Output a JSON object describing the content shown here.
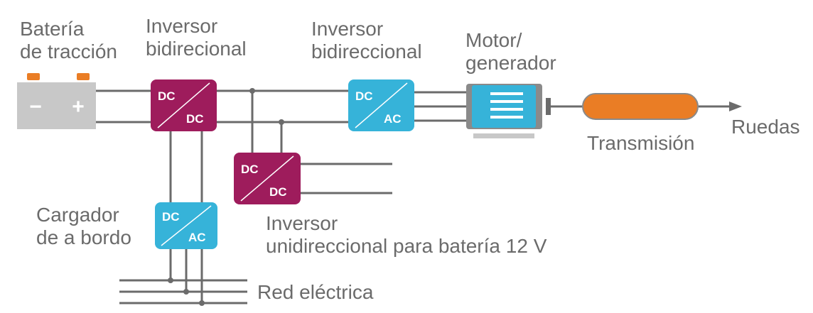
{
  "labels": {
    "battery_line1": "Batería",
    "battery_line2": "de tracción",
    "inv1_line1": "Inversor",
    "inv1_line2": "bidirecional",
    "inv2_line1": "Inversor",
    "inv2_line2": "bidireccional",
    "motor_line1": "Motor/",
    "motor_line2": "generador",
    "transmission": "Transmisión",
    "wheels": "Ruedas",
    "charger_line1": "Cargador",
    "charger_line2": "de a bordo",
    "inv3_line1": "Inversor",
    "inv3_line2": "unidireccional para batería 12 V",
    "grid": "Red eléctrica"
  },
  "battery": {
    "minus": "−",
    "plus": "+"
  },
  "converters": {
    "dc_dc_main": {
      "top": "DC",
      "bottom": "DC"
    },
    "dc_ac_motor": {
      "top": "DC",
      "bottom": "AC"
    },
    "dc_dc_12v": {
      "top": "DC",
      "bottom": "DC"
    },
    "dc_ac_charger": {
      "top": "DC",
      "bottom": "AC"
    }
  },
  "colors": {
    "line": "#6b6b6b",
    "magenta": "#9e1c5c",
    "cyan": "#36b3d9",
    "orange": "#ea7d25",
    "battery": "#c8c8c8",
    "battery_terminal": "#ea7d25",
    "label": "#6b6b6b"
  }
}
